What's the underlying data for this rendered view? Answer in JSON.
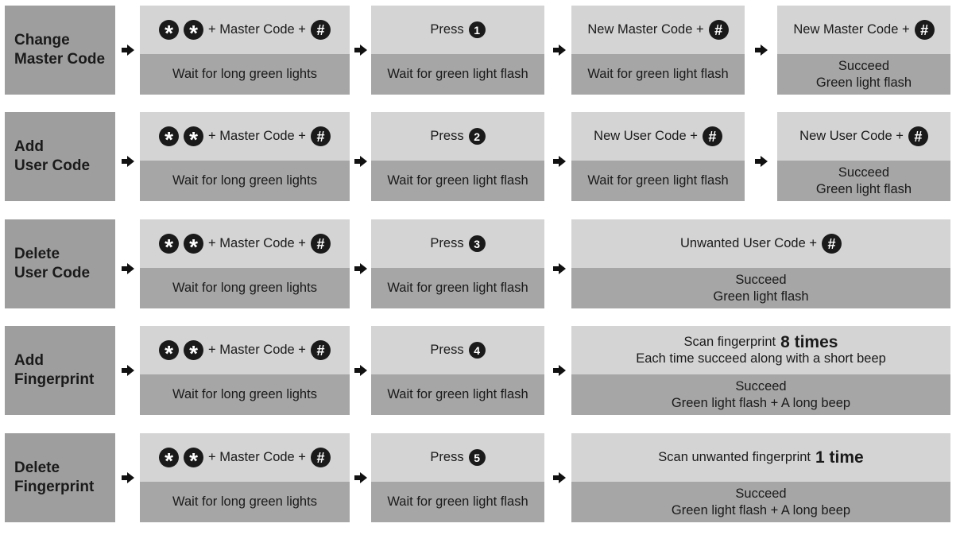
{
  "symbols": {
    "star": "*",
    "pound": "#"
  },
  "rows": [
    {
      "label": [
        "Change",
        "Master Code"
      ],
      "s1": {
        "top_text": "+ Master Code +",
        "bottom": "Wait for long green lights"
      },
      "s2": {
        "top_text": "Press",
        "key": "1",
        "bottom": "Wait for green light flash"
      },
      "s3": {
        "top_text": "New Master Code +",
        "bottom": "Wait for green light flash"
      },
      "s4": {
        "top_text": "New Master Code +",
        "bottom1": "Succeed",
        "bottom2": "Green light flash"
      }
    },
    {
      "label": [
        "Add",
        "User Code"
      ],
      "s1": {
        "top_text": "+ Master Code +",
        "bottom": "Wait for long green lights"
      },
      "s2": {
        "top_text": "Press",
        "key": "2",
        "bottom": "Wait for green light flash"
      },
      "s3": {
        "top_text": "New User Code +",
        "bottom": "Wait for green light flash"
      },
      "s4": {
        "top_text": "New User Code +",
        "bottom1": "Succeed",
        "bottom2": "Green light flash"
      }
    },
    {
      "label": [
        "Delete",
        "User Code"
      ],
      "s1": {
        "top_text": "+ Master Code +",
        "bottom": "Wait for long green lights"
      },
      "s2": {
        "top_text": "Press",
        "key": "3",
        "bottom": "Wait for green light flash"
      },
      "s3": {
        "top_text": "Unwanted User Code +",
        "bottom1": "Succeed",
        "bottom2": "Green light flash"
      }
    },
    {
      "label": [
        "Add",
        "Fingerprint"
      ],
      "s1": {
        "top_text": "+ Master Code +",
        "bottom": "Wait for long green lights"
      },
      "s2": {
        "top_text": "Press",
        "key": "4",
        "bottom": "Wait for green light flash"
      },
      "s3": {
        "top_pre": "Scan fingerprint",
        "top_bold": "8 times",
        "top_line2": "Each time succeed along with a short beep",
        "bottom1": "Succeed",
        "bottom2": "Green light flash + A long beep"
      }
    },
    {
      "label": [
        "Delete",
        "Fingerprint"
      ],
      "s1": {
        "top_text": "+ Master Code +",
        "bottom": "Wait for long green lights"
      },
      "s2": {
        "top_text": "Press",
        "key": "5",
        "bottom": "Wait for green light flash"
      },
      "s3": {
        "top_pre": "Scan unwanted fingerprint",
        "top_bold": "1 time",
        "bottom1": "Succeed",
        "bottom2": "Green light flash + A long beep"
      }
    }
  ]
}
